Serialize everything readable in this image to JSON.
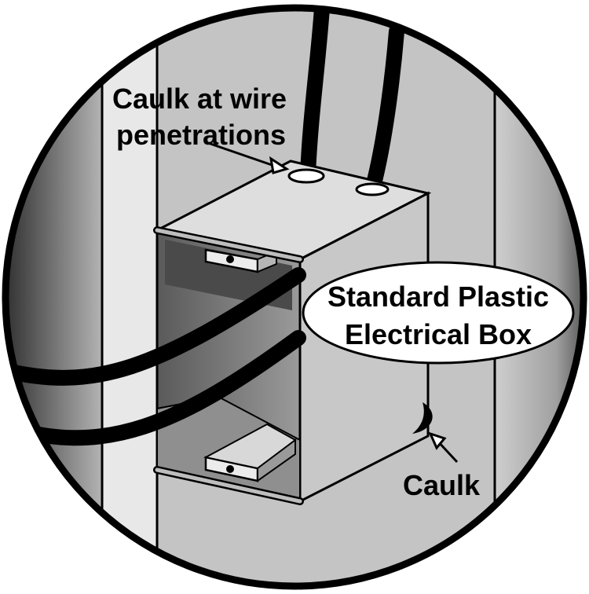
{
  "labels": {
    "wire_penetrations_line1": "Caulk at wire",
    "wire_penetrations_line2": "penetrations",
    "box_line1": "Standard Plastic",
    "box_line2": "Electrical Box",
    "caulk": "Caulk"
  },
  "colors": {
    "outline": "#000000",
    "wall_light": "#d9d9d9",
    "stud_face": "#e6e6e6",
    "box_top": "#dcdcdc",
    "box_front": "#c6c6c6",
    "box_inside": "#707070",
    "callout_fill": "#ffffff"
  }
}
